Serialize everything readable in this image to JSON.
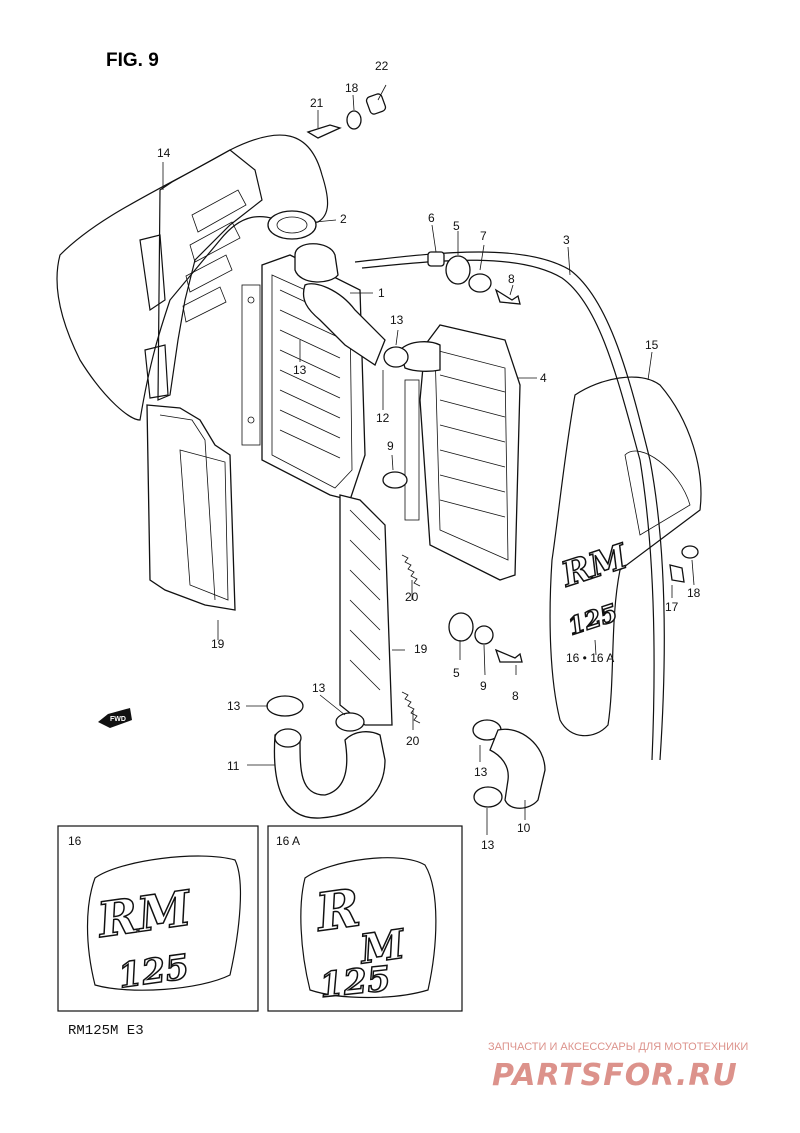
{
  "figure": {
    "title": "FIG. 9",
    "model": "RM125M  E3"
  },
  "labels": {
    "p1": "1",
    "p2": "2",
    "p3": "3",
    "p4": "4",
    "p5a": "5",
    "p5b": "5",
    "p6": "6",
    "p7": "7",
    "p8a": "8",
    "p8b": "8",
    "p9a": "9",
    "p9b": "9",
    "p10": "10",
    "p11": "11",
    "p12": "12",
    "p13a": "13",
    "p13b": "13",
    "p13c": "13",
    "p13d": "13",
    "p13e": "13",
    "p13f": "13",
    "p14": "14",
    "p15": "15",
    "p16": "16 • 16 A",
    "p17": "17",
    "p18a": "18",
    "p18b": "18",
    "p19a": "19",
    "p19b": "19",
    "p20a": "20",
    "p20b": "20",
    "p21": "21",
    "p22": "22"
  },
  "fwd": "FWD",
  "insets": [
    {
      "label": "16",
      "logo_top": "RM",
      "logo_bottom": "125"
    },
    {
      "label": "16 A",
      "logo_top": "R",
      "logo_mid": "M",
      "logo_bottom": "125"
    }
  ],
  "shroud_logo": {
    "top": "RM",
    "bottom": "125"
  },
  "watermark": {
    "tagline": "ЗАПЧАСТИ И АКСЕССУАРЫ ДЛЯ МОТОТЕХНИКИ",
    "brand": "PARTSFOR.RU",
    "color": "#c0392b"
  }
}
